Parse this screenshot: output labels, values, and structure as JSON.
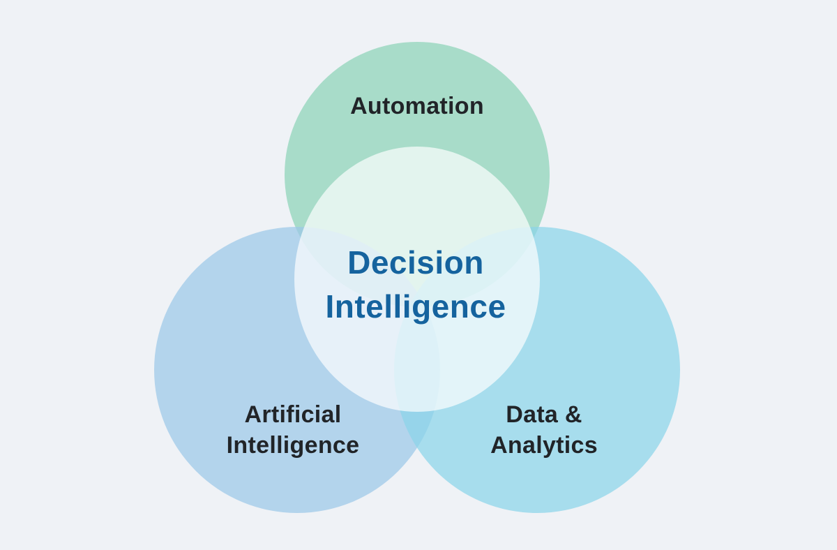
{
  "canvas": {
    "background": "#eff2f6"
  },
  "venn": {
    "type": "venn-3",
    "center_label": {
      "line1": "Decision",
      "line2": "Intelligence",
      "color": "#15639e"
    },
    "automation": {
      "label": "Automation",
      "color": "#a8dcc9"
    },
    "artificial_intelligence": {
      "label_line1": "Artificial",
      "label_line2": "Intelligence",
      "color": "#9bc7e7"
    },
    "data_analytics": {
      "label_line1": "Data &",
      "label_line2": "Analytics",
      "color": "#8ad4e9"
    },
    "overlay": {
      "color": "#ffffff"
    },
    "set_label_color": "#212428"
  }
}
